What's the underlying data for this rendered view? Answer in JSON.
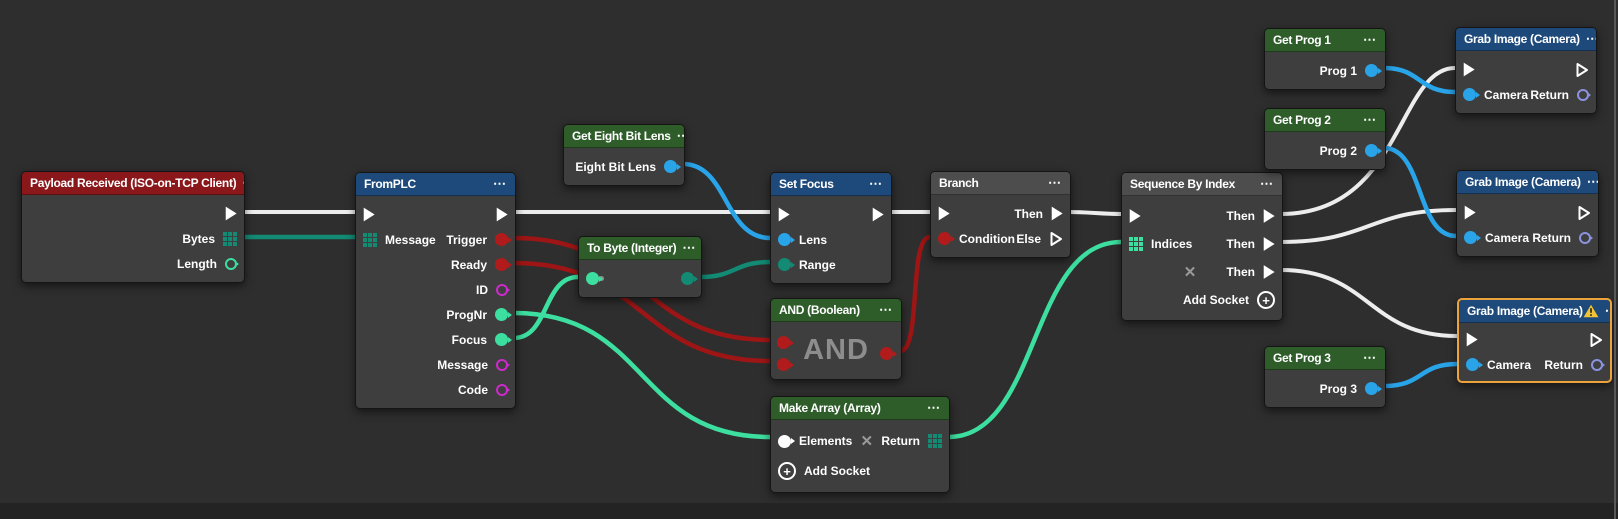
{
  "palette": {
    "background": "#2e2e2e",
    "node_body": "#3e3e3e",
    "header_red": "#8a181b",
    "header_blue": "#1e4a7b",
    "header_green": "#2e5d2a",
    "header_gray": "#4d4d4d",
    "wire_exec": "#ededed",
    "type_teal_array": "#128a74",
    "type_green_number": "#3ddfa0",
    "type_red_boolean": "#9e1515",
    "type_magenta": "#cb2bcb",
    "type_blue_camera": "#2aa4e9",
    "type_periwinkle_object": "#8b93e0",
    "warning_yellow": "#f2c335",
    "warning_border_orange": "#eda33c"
  },
  "icons": {
    "menu": "⋯",
    "remove": "✕",
    "add": "+",
    "warning": "⚠"
  },
  "nodes": {
    "payload": {
      "title": "Payload Received (ISO-on-TCP Client)",
      "outputs": {
        "bytes": "Bytes",
        "length": "Length"
      }
    },
    "fromplc": {
      "title": "FromPLC",
      "inputs": {
        "message": "Message"
      },
      "outputs": {
        "trigger": "Trigger",
        "ready": "Ready",
        "id": "ID",
        "prognr": "ProgNr",
        "focus": "Focus",
        "message_out": "Message",
        "code": "Code"
      }
    },
    "get_lens": {
      "title": "Get Eight Bit Lens",
      "outputs": {
        "lens": "Eight Bit Lens"
      }
    },
    "to_byte": {
      "title": "To Byte (Integer)"
    },
    "set_focus": {
      "title": "Set Focus",
      "inputs": {
        "lens": "Lens",
        "range": "Range"
      }
    },
    "and_bool": {
      "title": "AND (Boolean)",
      "body_text": "AND"
    },
    "make_array": {
      "title": "Make Array (Array)",
      "inputs": {
        "elements": "Elements"
      },
      "outputs": {
        "return": "Return"
      },
      "add_socket": "Add Socket"
    },
    "branch": {
      "title": "Branch",
      "inputs": {
        "condition": "Condition"
      },
      "outputs": {
        "then": "Then",
        "else": "Else"
      }
    },
    "sequence": {
      "title": "Sequence By Index",
      "inputs": {
        "indices": "Indices"
      },
      "outputs": {
        "then1": "Then",
        "then2": "Then",
        "then3": "Then"
      },
      "add_socket": "Add Socket"
    },
    "get_prog1": {
      "title": "Get Prog 1",
      "outputs": {
        "prog": "Prog 1"
      }
    },
    "get_prog2": {
      "title": "Get Prog 2",
      "outputs": {
        "prog": "Prog 2"
      }
    },
    "get_prog3": {
      "title": "Get Prog 3",
      "outputs": {
        "prog": "Prog 3"
      }
    },
    "grab1": {
      "title": "Grab Image (Camera)",
      "inputs": {
        "camera": "Camera"
      },
      "outputs": {
        "return": "Return"
      }
    },
    "grab2": {
      "title": "Grab Image (Camera)",
      "inputs": {
        "camera": "Camera"
      },
      "outputs": {
        "return": "Return"
      }
    },
    "grab3": {
      "title": "Grab Image (Camera)",
      "inputs": {
        "camera": "Camera"
      },
      "outputs": {
        "return": "Return"
      },
      "has_warning": "true"
    }
  },
  "connections": [
    {
      "from": "Payload Received (ISO-on-TCP Client).Exec",
      "to": "FromPLC.Exec",
      "type": "exec"
    },
    {
      "from": "Payload Received (ISO-on-TCP Client).Bytes",
      "to": "FromPLC.Message",
      "type": "array"
    },
    {
      "from": "FromPLC.Exec",
      "to": "Set Focus.Exec",
      "type": "exec"
    },
    {
      "from": "FromPLC.Trigger",
      "to": "AND (Boolean).In1",
      "type": "boolean"
    },
    {
      "from": "FromPLC.Ready",
      "to": "AND (Boolean).In2",
      "type": "boolean"
    },
    {
      "from": "FromPLC.Focus",
      "to": "To Byte (Integer).In",
      "type": "number"
    },
    {
      "from": "FromPLC.ProgNr",
      "to": "Make Array (Array).Elements",
      "type": "number"
    },
    {
      "from": "To Byte (Integer).Out",
      "to": "Set Focus.Range",
      "type": "byte"
    },
    {
      "from": "Get Eight Bit Lens.Eight Bit Lens",
      "to": "Set Focus.Lens",
      "type": "camera"
    },
    {
      "from": "Set Focus.Exec",
      "to": "Branch.Exec",
      "type": "exec"
    },
    {
      "from": "AND (Boolean).Out",
      "to": "Branch.Condition",
      "type": "boolean"
    },
    {
      "from": "Branch.Then",
      "to": "Sequence By Index.Exec",
      "type": "exec"
    },
    {
      "from": "Make Array (Array).Return",
      "to": "Sequence By Index.Indices",
      "type": "array"
    },
    {
      "from": "Sequence By Index.Then1",
      "to": "Grab Image (Camera)#1.Exec",
      "type": "exec"
    },
    {
      "from": "Sequence By Index.Then2",
      "to": "Grab Image (Camera)#2.Exec",
      "type": "exec"
    },
    {
      "from": "Sequence By Index.Then3",
      "to": "Grab Image (Camera)#3.Exec",
      "type": "exec"
    },
    {
      "from": "Get Prog 1.Prog 1",
      "to": "Grab Image (Camera)#1.Camera",
      "type": "camera"
    },
    {
      "from": "Get Prog 2.Prog 2",
      "to": "Grab Image (Camera)#2.Camera",
      "type": "camera"
    },
    {
      "from": "Get Prog 3.Prog 3",
      "to": "Grab Image (Camera)#3.Camera",
      "type": "camera"
    }
  ]
}
